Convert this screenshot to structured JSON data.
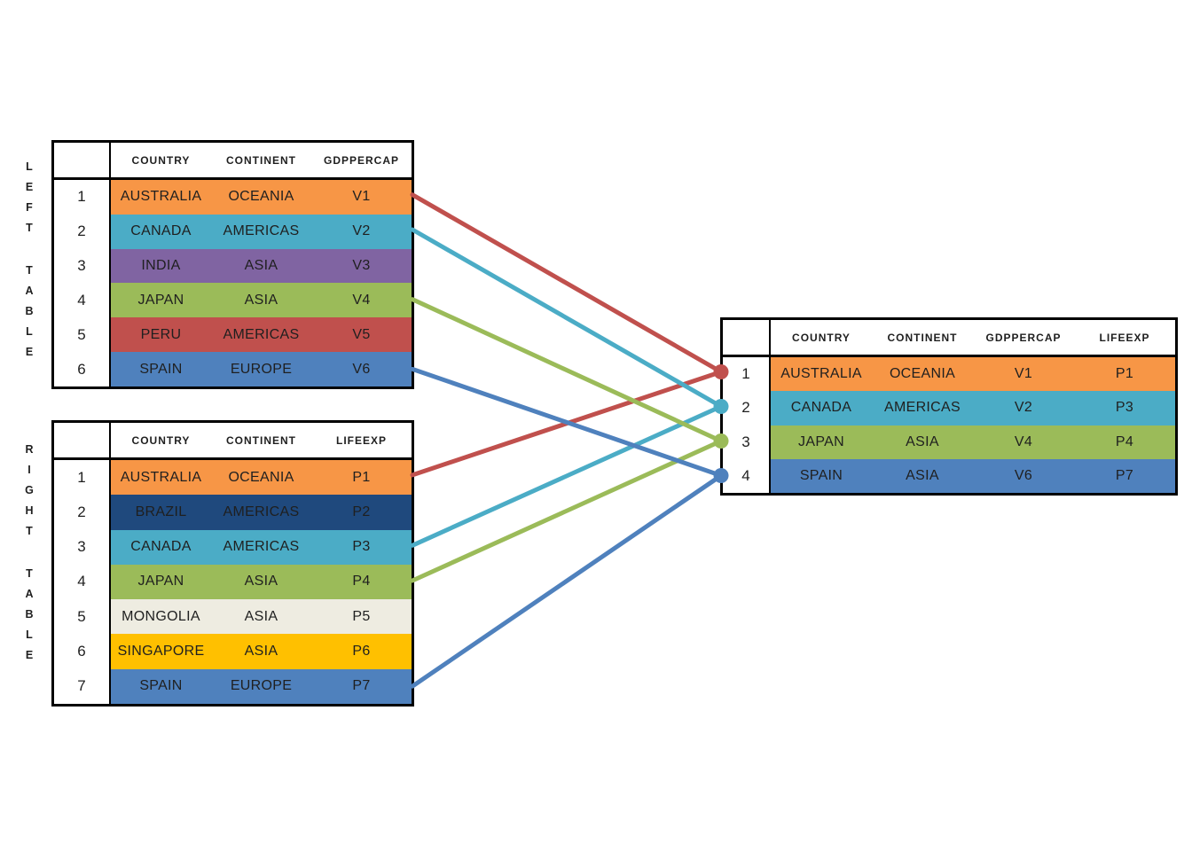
{
  "background_color": "#ffffff",
  "text_color": "#1f1f1f",
  "border_color": "#000000",
  "left_table": {
    "label": "LEFT TABLE",
    "columns": [
      "COUNTRY",
      "CONTINENT",
      "GDPPERCAP"
    ],
    "rows": [
      {
        "num": "1",
        "cells": [
          "AUSTRALIA",
          "OCEANIA",
          "V1"
        ],
        "color": "#F79646"
      },
      {
        "num": "2",
        "cells": [
          "CANADA",
          "AMERICAS",
          "V2"
        ],
        "color": "#4BACC6"
      },
      {
        "num": "3",
        "cells": [
          "INDIA",
          "ASIA",
          "V3"
        ],
        "color": "#8064A2"
      },
      {
        "num": "4",
        "cells": [
          "JAPAN",
          "ASIA",
          "V4"
        ],
        "color": "#9BBB59"
      },
      {
        "num": "5",
        "cells": [
          "PERU",
          "AMERICAS",
          "V5"
        ],
        "color": "#C0504D"
      },
      {
        "num": "6",
        "cells": [
          "SPAIN",
          "EUROPE",
          "V6"
        ],
        "color": "#4F81BD"
      }
    ]
  },
  "right_table": {
    "label": "RIGHT TABLE",
    "columns": [
      "COUNTRY",
      "CONTINENT",
      "LIFEEXP"
    ],
    "rows": [
      {
        "num": "1",
        "cells": [
          "AUSTRALIA",
          "OCEANIA",
          "P1"
        ],
        "color": "#F79646"
      },
      {
        "num": "2",
        "cells": [
          "BRAZIL",
          "AMERICAS",
          "P2"
        ],
        "color": "#1F497D"
      },
      {
        "num": "3",
        "cells": [
          "CANADA",
          "AMERICAS",
          "P3"
        ],
        "color": "#4BACC6"
      },
      {
        "num": "4",
        "cells": [
          "JAPAN",
          "ASIA",
          "P4"
        ],
        "color": "#9BBB59"
      },
      {
        "num": "5",
        "cells": [
          "MONGOLIA",
          "ASIA",
          "P5"
        ],
        "color": "#EEECE1"
      },
      {
        "num": "6",
        "cells": [
          "SINGAPORE",
          "ASIA",
          "P6"
        ],
        "color": "#FFC000"
      },
      {
        "num": "7",
        "cells": [
          "SPAIN",
          "EUROPE",
          "P7"
        ],
        "color": "#4F81BD"
      }
    ]
  },
  "result_table": {
    "columns": [
      "COUNTRY",
      "CONTINENT",
      "GDPPERCAP",
      "LIFEEXP"
    ],
    "rows": [
      {
        "num": "1",
        "cells": [
          "AUSTRALIA",
          "OCEANIA",
          "V1",
          "P1"
        ],
        "color": "#F79646"
      },
      {
        "num": "2",
        "cells": [
          "CANADA",
          "AMERICAS",
          "V2",
          "P3"
        ],
        "color": "#4BACC6"
      },
      {
        "num": "3",
        "cells": [
          "JAPAN",
          "ASIA",
          "V4",
          "P4"
        ],
        "color": "#9BBB59"
      },
      {
        "num": "4",
        "cells": [
          "SPAIN",
          "ASIA",
          "V6",
          "P7"
        ],
        "color": "#4F81BD"
      }
    ]
  },
  "connections": [
    {
      "left_row": 1,
      "right_row": 1,
      "result_row": 1,
      "color": "#C0504D"
    },
    {
      "left_row": 2,
      "right_row": 3,
      "result_row": 2,
      "color": "#4BACC6"
    },
    {
      "left_row": 4,
      "right_row": 4,
      "result_row": 3,
      "color": "#9BBB59"
    },
    {
      "left_row": 6,
      "right_row": 7,
      "result_row": 4,
      "color": "#4F81BD"
    }
  ]
}
